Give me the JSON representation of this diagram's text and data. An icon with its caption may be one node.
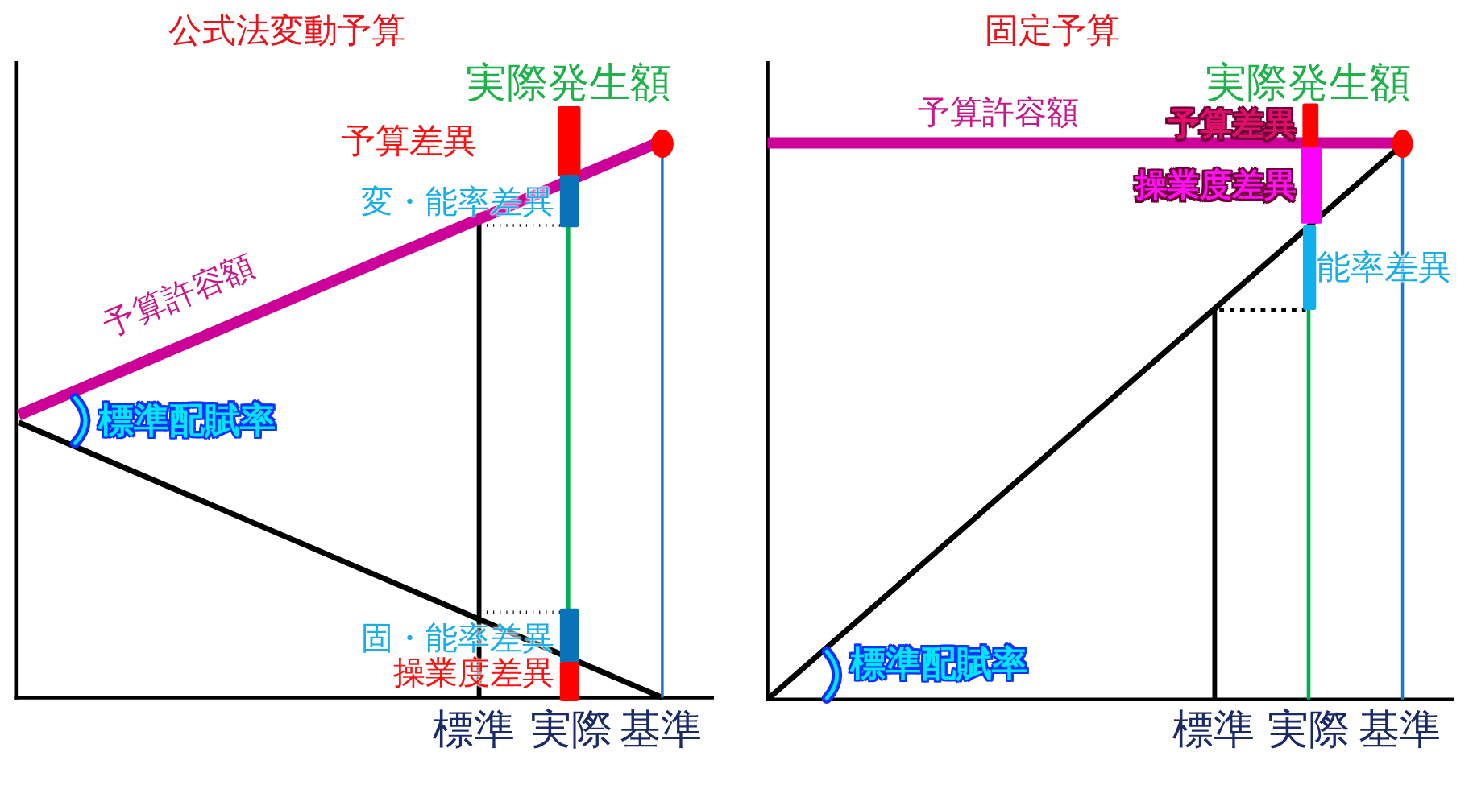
{
  "diagram": {
    "labels": [
      "公式法変動予算",
      "固定予算",
      "実際発生額",
      "実際発生額",
      "予算許容額",
      "予算差異",
      "予算差異",
      "操業度差異",
      "変・能率差異",
      "能率差異",
      "予算許容額",
      "標準配賦率",
      "固・能率差異",
      "操業度差異",
      "標準配賦率",
      "標準",
      "実際",
      "基準",
      "標準",
      "実際",
      "基準"
    ]
  }
}
